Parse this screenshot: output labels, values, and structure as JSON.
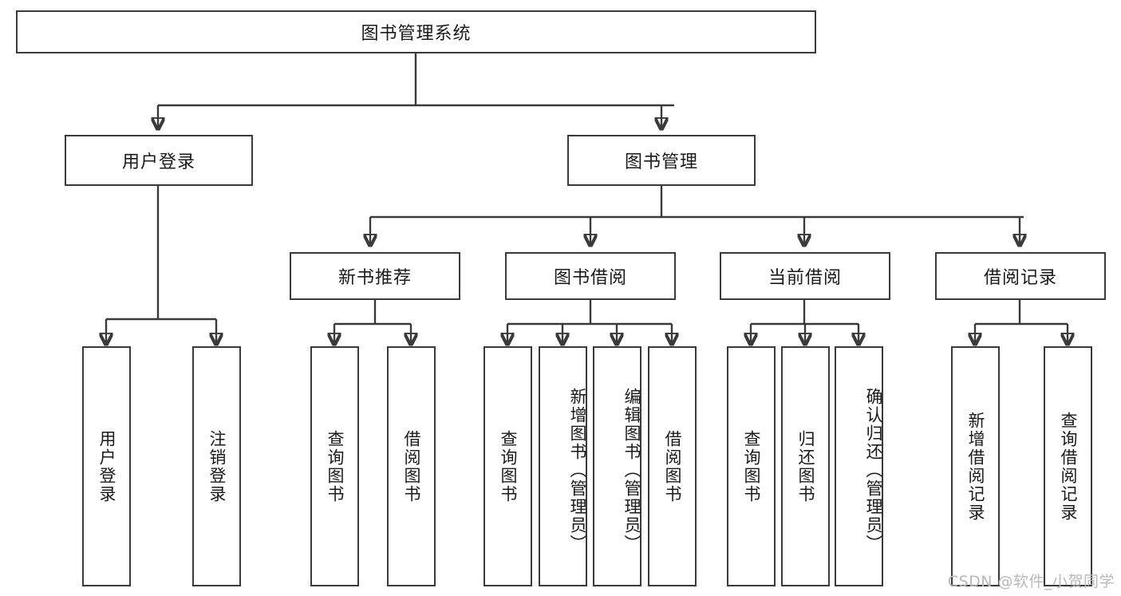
{
  "diagram": {
    "title": "图书管理系统",
    "type": "tree-hierarchy-chart",
    "watermark": "CSDN @软件_小贺同学",
    "colors": {
      "stroke": "#3a3a3a",
      "background": "#ffffff",
      "text": "#1a1a1a",
      "watermark": "#b9b9b9"
    },
    "root": {
      "label": "图书管理系统"
    },
    "level2": [
      {
        "label": "用户登录"
      },
      {
        "label": "图书管理"
      }
    ],
    "level3": [
      {
        "label": "新书推荐"
      },
      {
        "label": "图书借阅"
      },
      {
        "label": "当前借阅"
      },
      {
        "label": "借阅记录"
      }
    ],
    "leaves": {
      "user_login": [
        {
          "label": "用户登录"
        },
        {
          "label": "注销登录"
        }
      ],
      "new_book_recommend": [
        {
          "label": "查询图书"
        },
        {
          "label": "借阅图书"
        }
      ],
      "book_borrow": [
        {
          "label": "查询图书"
        },
        {
          "label": "新增图书（管理员）"
        },
        {
          "label": "编辑图书（管理员）"
        },
        {
          "label": "借阅图书"
        }
      ],
      "current_borrow": [
        {
          "label": "查询图书"
        },
        {
          "label": "归还图书"
        },
        {
          "label": "确认归还（管理员）"
        }
      ],
      "borrow_record": [
        {
          "label": "新增借阅记录"
        },
        {
          "label": "查询借阅记录"
        }
      ]
    }
  }
}
